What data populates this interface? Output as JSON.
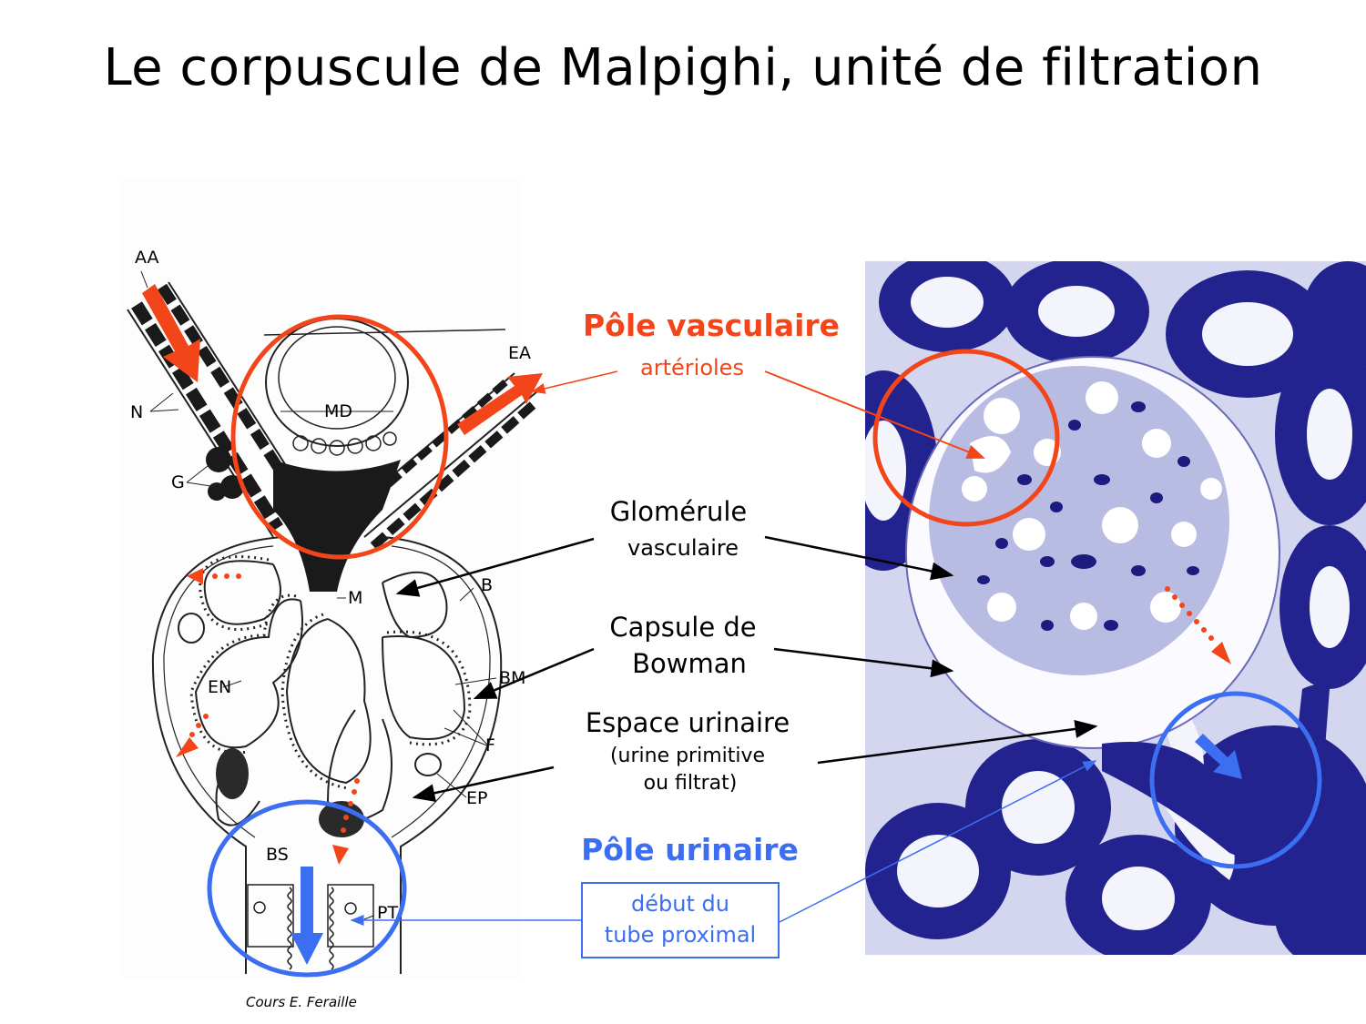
{
  "title": "Le corpuscule de Malpighi, unité de filtration",
  "footer": "Cours E. Feraille",
  "colors": {
    "vascular_red": "#f2461a",
    "urinary_blue": "#3c6ef2",
    "stain_dark": "#1e1e8c",
    "stain_mid": "#5a5ab4",
    "stain_light": "#c8cbec"
  },
  "diagram": {
    "labels": {
      "aa": "AA",
      "ea": "EA",
      "n": "N",
      "g": "G",
      "md": "MD",
      "m": "M",
      "b": "B",
      "en": "EN",
      "bm": "BM",
      "f": "F",
      "ep": "EP",
      "bs": "BS",
      "pt": "PT"
    }
  },
  "annotations": {
    "pole_vasculaire": "Pôle vasculaire",
    "arterioles": "artérioles",
    "glomerule_line1": "Glomérule",
    "glomerule_line2": "vasculaire",
    "capsule_line1": "Capsule de",
    "capsule_line2": "Bowman",
    "espace_line1": "Espace urinaire",
    "espace_line2": "(urine primitive",
    "espace_line3": "ou filtrat)",
    "pole_urinaire": "Pôle urinaire",
    "debut_line1": "début du",
    "debut_line2": "tube proximal"
  }
}
